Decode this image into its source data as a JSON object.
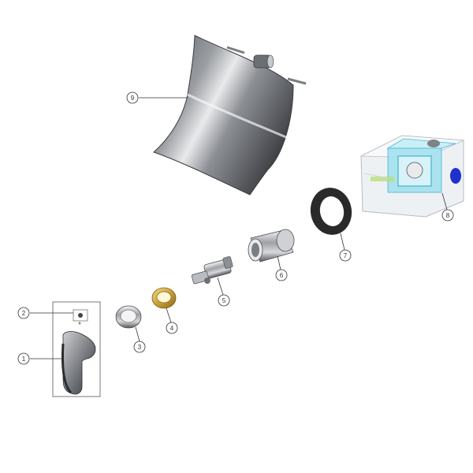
{
  "diagram": {
    "callouts": [
      {
        "id": "1",
        "label": "1"
      },
      {
        "id": "2",
        "label": "2"
      },
      {
        "id": "3",
        "label": "3"
      },
      {
        "id": "4",
        "label": "4"
      },
      {
        "id": "5",
        "label": "5"
      },
      {
        "id": "6",
        "label": "6"
      },
      {
        "id": "7",
        "label": "7"
      },
      {
        "id": "8",
        "label": "8"
      },
      {
        "id": "9",
        "label": "9"
      }
    ],
    "colors": {
      "metal": "#8c8f93",
      "metal_dark": "#4a4c50",
      "brass": "#d9b24a",
      "cyan": "#7fd3e6",
      "blue": "#1f2fd0",
      "gasket": "#2a2a2a"
    }
  }
}
